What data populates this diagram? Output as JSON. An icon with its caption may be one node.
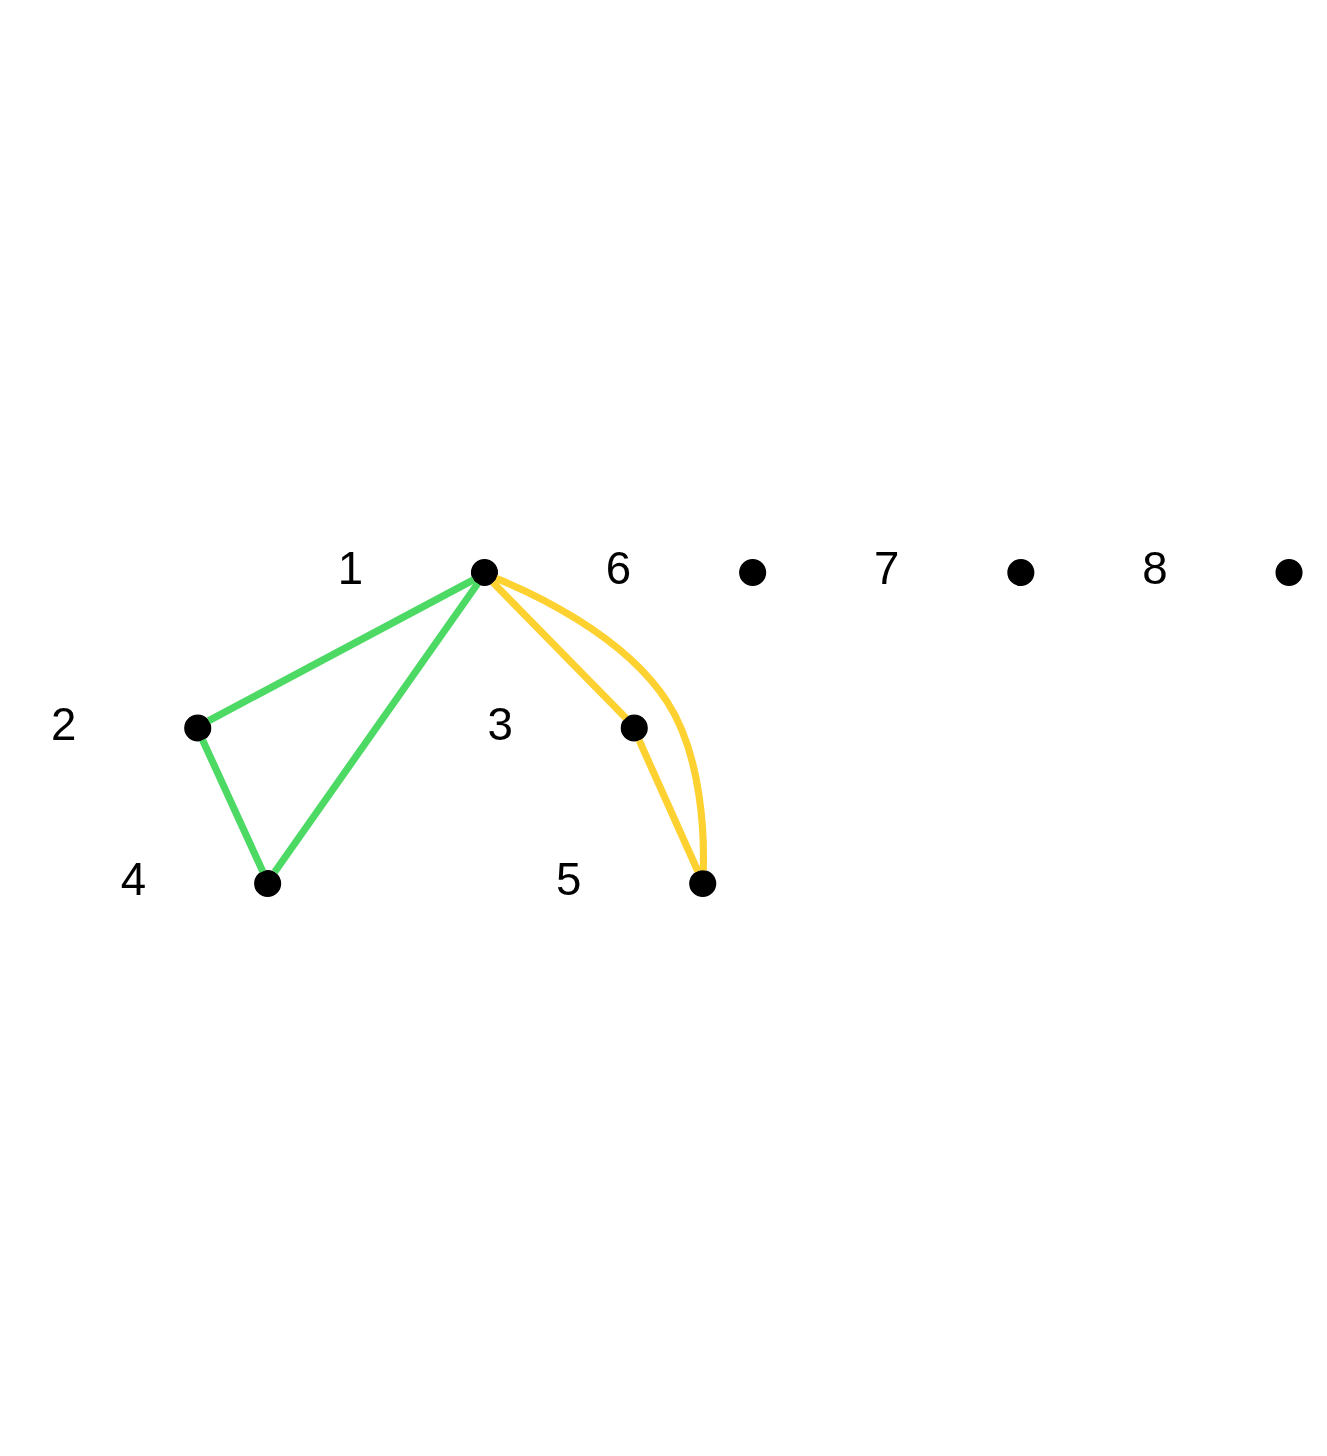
{
  "diagram": {
    "nodes": [
      {
        "text": [],
        "shape": "circle",
        "beside": [
          "1"
        ]
      },
      {
        "text": [],
        "shape": "circle",
        "beside": [
          "2"
        ]
      },
      {
        "text": [],
        "shape": "circle",
        "beside": [
          "3"
        ]
      },
      {
        "text": [],
        "shape": "circle",
        "beside": [
          "4"
        ]
      },
      {
        "text": [],
        "shape": "circle",
        "beside": [
          "5"
        ]
      },
      {
        "text": [],
        "shape": "circle",
        "beside": [
          "6"
        ]
      },
      {
        "text": [],
        "shape": "circle",
        "beside": [
          "7"
        ]
      },
      {
        "text": [],
        "shape": "circle",
        "beside": [
          "8"
        ]
      }
    ],
    "edges": [
      {
        "from": 0,
        "to": 1,
        "arrow": "none",
        "color": "#4cd964"
      },
      {
        "from": 1,
        "to": 3,
        "arrow": "none",
        "color": "#4cd964"
      },
      {
        "from": 3,
        "to": 0,
        "arrow": "none",
        "color": "#4cd964"
      },
      {
        "from": 0,
        "to": 2,
        "arrow": "none",
        "color": "#fdd130"
      },
      {
        "from": 2,
        "to": 4,
        "arrow": "none",
        "color": "#fdd130"
      },
      {
        "from": 4,
        "to": 0,
        "arrow": "none",
        "color": "#fdd130"
      }
    ]
  }
}
